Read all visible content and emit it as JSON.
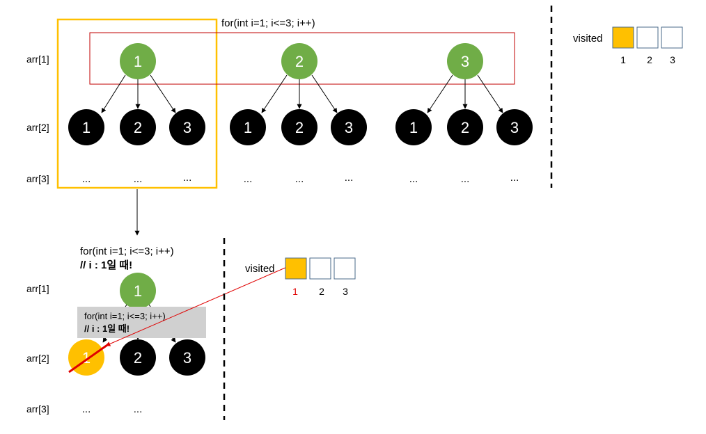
{
  "top": {
    "loop_code": "for(int i=1; i<=3; i++)",
    "row_labels": [
      "arr[1]",
      "arr[2]",
      "arr[3]"
    ],
    "level1_nodes": [
      "1",
      "2",
      "3"
    ],
    "level2_nodes": [
      "1",
      "2",
      "3"
    ],
    "ellipsis": "...",
    "visited": {
      "label": "visited",
      "indices": [
        "1",
        "2",
        "3"
      ],
      "states": [
        true,
        false,
        false
      ]
    }
  },
  "bottom": {
    "loop_code": "for(int i=1; i<=3; i++)",
    "comment": "// i : 1일 때!",
    "row_labels": [
      "arr[1]",
      "arr[2]",
      "arr[3]"
    ],
    "level1_node": "1",
    "level2_nodes": [
      "1",
      "2",
      "3"
    ],
    "ellipsis": "...",
    "popup": {
      "loop_code": "for(int i=1; i<=3; i++)",
      "comment": "//  i : 1일 때!"
    },
    "visited": {
      "label": "visited",
      "indices": [
        "1",
        "2",
        "3"
      ],
      "states": [
        true,
        false,
        false
      ],
      "highlight_index_color": "#e00000"
    }
  },
  "colors": {
    "green_node": "#70ad47",
    "black_node": "#000000",
    "visited_fill": "#ffc000",
    "frame_yellow": "#ffc000",
    "frame_red": "#c00000",
    "popup_gray": "#d0d0d0",
    "strike_red": "#e00000"
  }
}
